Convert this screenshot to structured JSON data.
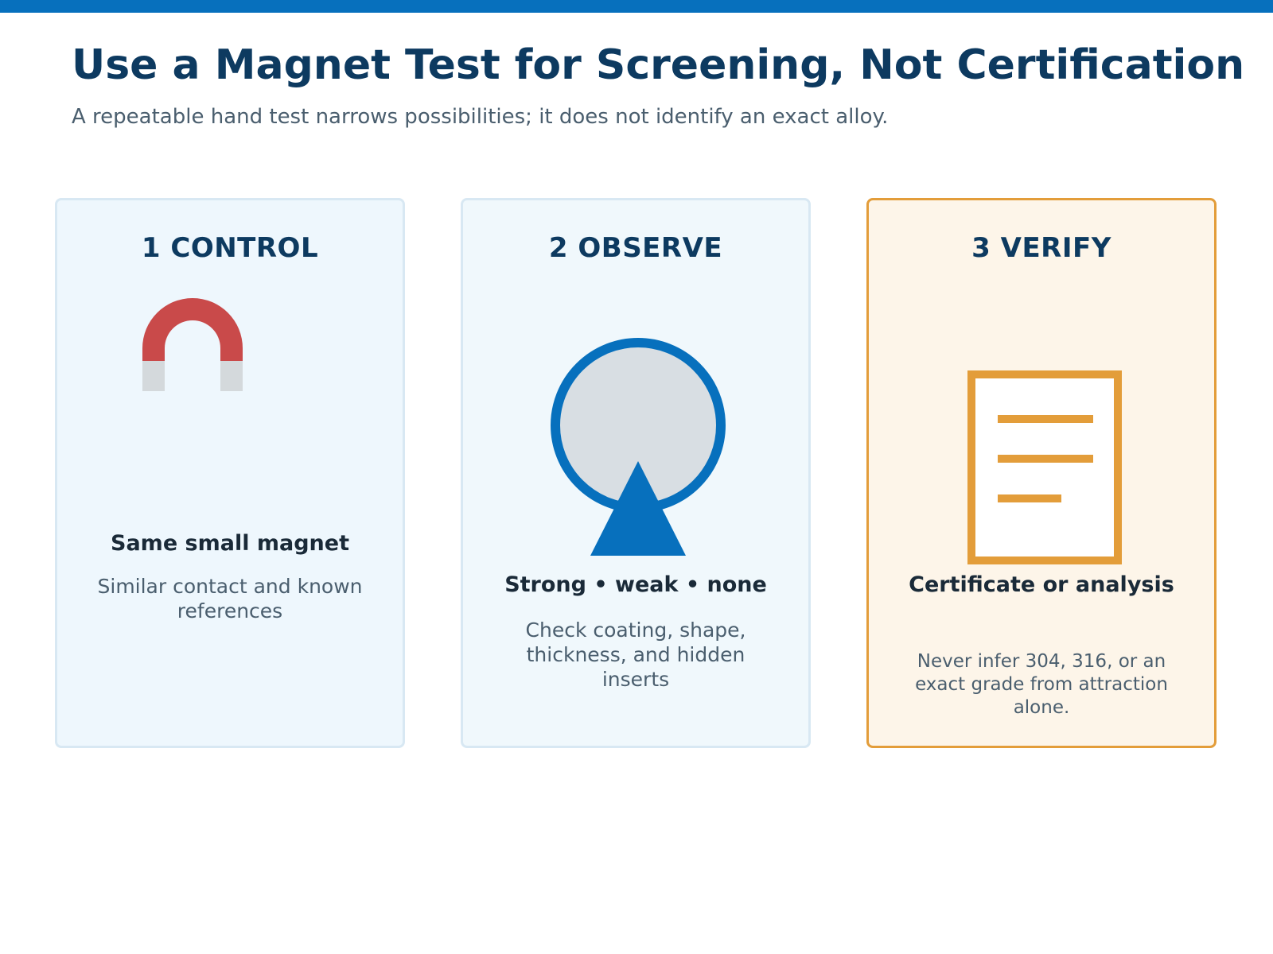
{
  "header": {
    "title": "Use a Magnet Test for Screening, Not Certification",
    "subtitle": "A repeatable hand test narrows possibilities; it does not identify an exact alloy."
  },
  "steps": [
    {
      "title": "1 CONTROL",
      "heading": "Same small magnet",
      "body": "Similar contact and known references",
      "icon": "horseshoe-magnet-icon"
    },
    {
      "title": "2 OBSERVE",
      "heading": "Strong • weak • none",
      "body": "Check coating, shape, thickness, and hidden inserts",
      "icon": "pull-test-icon"
    },
    {
      "title": "3 VERIFY",
      "heading": "Certificate or analysis",
      "body": "Never infer 304, 316, or an exact grade from attraction alone.",
      "icon": "document-icon"
    }
  ],
  "colors": {
    "accent_blue": "#0770bd",
    "title_navy": "#0d3a60",
    "magnet_red": "#c94a4a",
    "verify_orange": "#e39d3a"
  }
}
